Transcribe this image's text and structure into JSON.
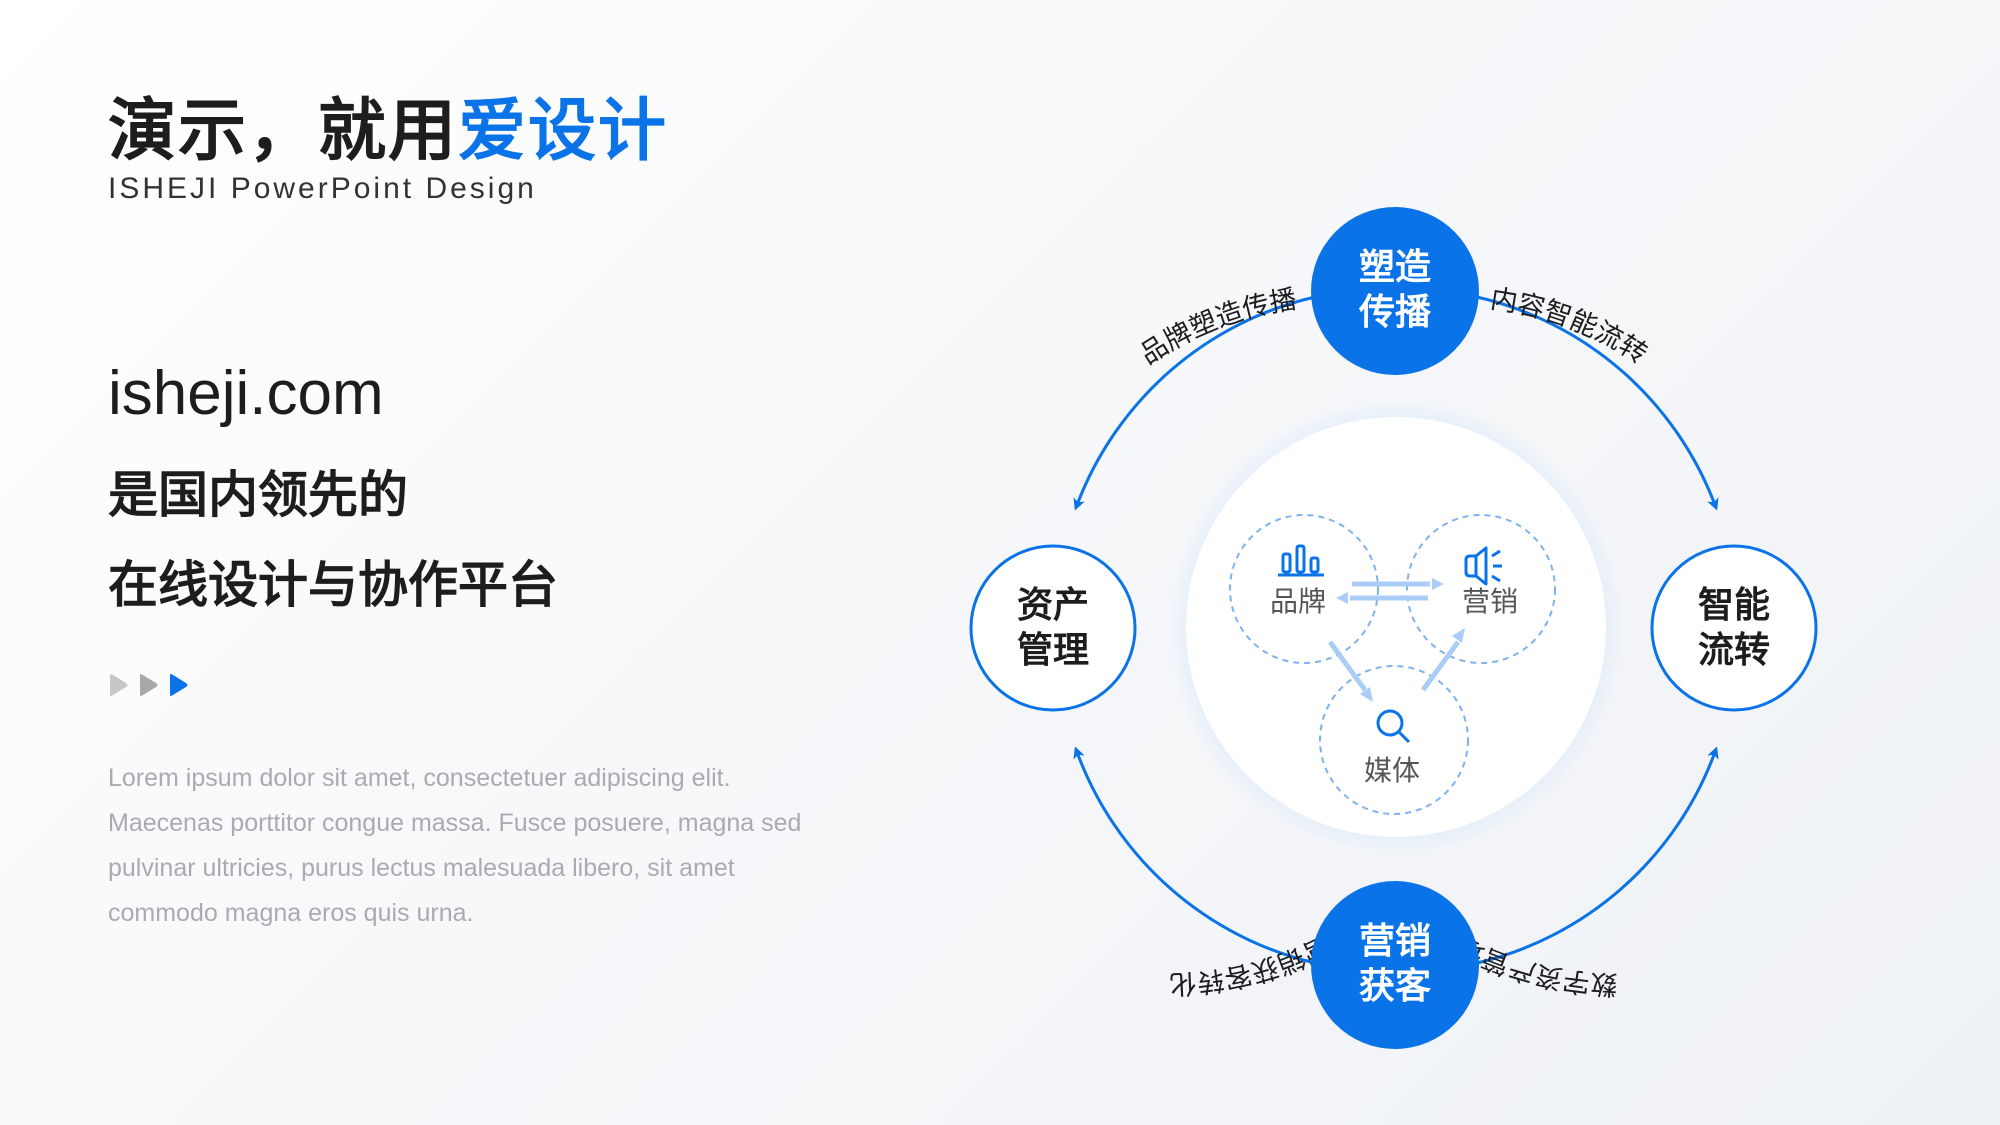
{
  "title": {
    "prefix": "演示，就用",
    "accent": "爱设计"
  },
  "subtitle": "ISHEJI  PowerPoint  Design",
  "site": "isheji.com",
  "tagline": [
    "是国内领先的",
    "在线设计与协作平台"
  ],
  "description": [
    "Lorem ipsum dolor sit amet, consectetuer adipiscing elit.",
    "Maecenas porttitor congue massa. Fusce posuere, magna sed",
    "pulvinar ultricies, purus lectus malesuada libero, sit amet",
    "commodo magna eros quis urna."
  ],
  "colors": {
    "accent": "#0a73e8",
    "text": "#1d1d1f",
    "muted": "#a9abb0",
    "light_blue": "#9ec7f5"
  },
  "nodes": {
    "top": [
      "塑造",
      "传播"
    ],
    "right": [
      "智能",
      "流转"
    ],
    "bottom": [
      "营销",
      "获客"
    ],
    "left": [
      "资产",
      "管理"
    ]
  },
  "arc_labels": {
    "top_left": "品牌塑造传播",
    "top_right": "内容智能流转",
    "bottom_right": "数字资产管理",
    "bottom_left": "营销获客转化"
  },
  "center_items": {
    "brand": {
      "label": "品牌",
      "icon": "bar-chart-icon"
    },
    "marketing": {
      "label": "营销",
      "icon": "speaker-icon"
    },
    "media": {
      "label": "媒体",
      "icon": "search-icon"
    }
  }
}
